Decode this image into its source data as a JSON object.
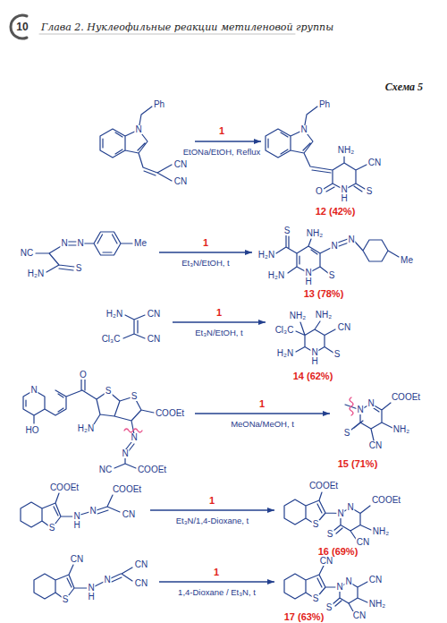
{
  "diagram": {
    "title": "Глава 2. Нуклеофильные реакции метиленовой группы",
    "nodes": [
      {
        "text": [
          "Ph",
          "N",
          "CN",
          "CN"
        ]
      },
      {
        "text": [
          "Ph",
          "N",
          "NH₂",
          "CN",
          "O",
          "N",
          "H",
          "S",
          "12 (42%)"
        ]
      },
      {
        "text": [
          "NC",
          "N",
          "N",
          "Me",
          "H₂N",
          "S"
        ]
      },
      {
        "text": [
          "S",
          "NH₂",
          "H₂N",
          "N",
          "N",
          "H₂N",
          "N",
          "H",
          "S",
          "Me",
          "13 (78%)"
        ]
      },
      {
        "text": [
          "H₂N",
          "CN",
          "Cl₃C",
          "CN"
        ]
      },
      {
        "text": [
          "Cl₃C",
          "NH₂",
          "NH₂",
          "CN",
          "H₂N",
          "N",
          "H",
          "S",
          "14 (62%)"
        ]
      },
      {
        "text": [
          "N",
          "O",
          "S",
          "S",
          "HO",
          "H₂N",
          "COOEt",
          "N",
          "N",
          "NC",
          "COOEt"
        ]
      },
      {
        "text": [
          "COOEt",
          "N",
          "N",
          "NH₂",
          "S",
          "CN",
          "15 (71%)"
        ]
      },
      {
        "text": [
          "COOEt",
          "S",
          "N",
          "H",
          "N",
          "COOEt",
          "CN"
        ]
      },
      {
        "text": [
          "COOEt",
          "COOEt",
          "S",
          "N",
          "N",
          "NH₂",
          "S",
          "CN",
          "16 (69%)"
        ]
      },
      {
        "text": [
          "CN",
          "S",
          "N",
          "H",
          "N",
          "CN",
          "CN"
        ]
      },
      {
        "text": [
          "CN",
          "CN",
          "S",
          "N",
          "N",
          "NH₂",
          "S",
          "CN",
          "17 (63%)"
        ]
      }
    ],
    "edges": [
      {
        "from": 0,
        "to": 1,
        "arrow": "to",
        "label": "EtONa/EtOH, Reflux"
      },
      {
        "from": 2,
        "to": 3,
        "arrow": "to",
        "label": "Et₃N/EtOH, t"
      },
      {
        "from": 4,
        "to": 5,
        "arrow": "to",
        "label": "Et₃N/EtOH, t"
      },
      {
        "from": 6,
        "to": 7,
        "arrow": "to",
        "label": "MeONa/MeOH, t"
      },
      {
        "from": 8,
        "to": 9,
        "arrow": "to",
        "label": "Et₃N/1,4-Dioxane, t"
      },
      {
        "from": 10,
        "to": 11,
        "arrow": "to",
        "label": "1,4-Dioxane / Et₃N, t"
      }
    ],
    "labels": [
      "10",
      "Схема 5",
      "1",
      "1",
      "1",
      "1",
      "1",
      "1"
    ]
  }
}
